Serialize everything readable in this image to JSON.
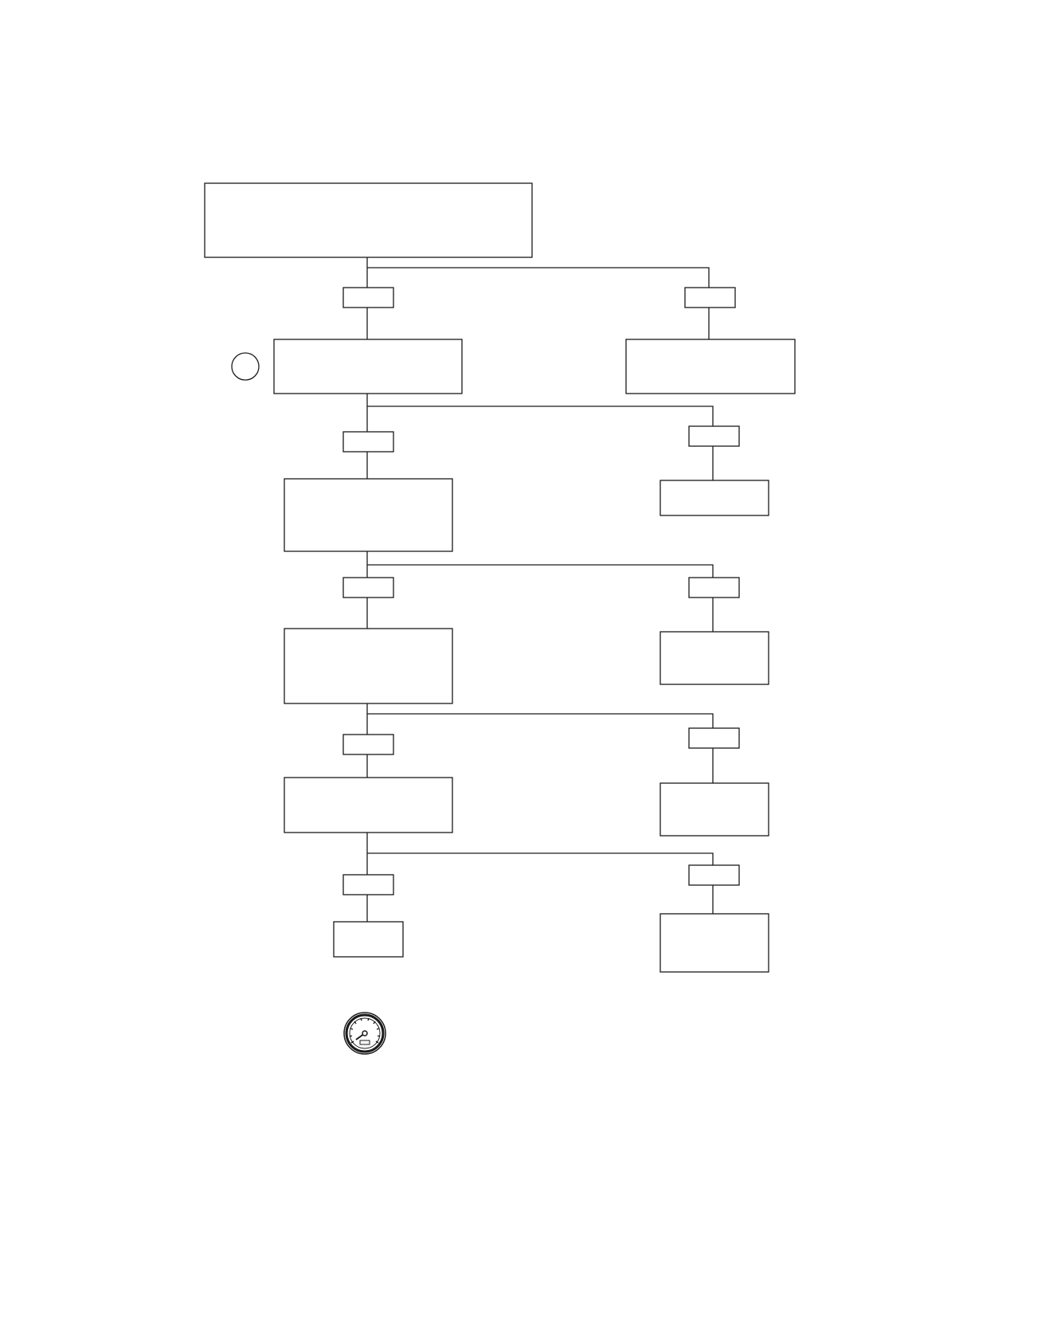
{
  "diagram": {
    "type": "flowchart",
    "nodes": [
      {
        "id": "root",
        "text": ""
      },
      {
        "id": "step-1",
        "text": ""
      },
      {
        "id": "alt-1",
        "text": ""
      },
      {
        "id": "step-2",
        "text": ""
      },
      {
        "id": "alt-2",
        "text": ""
      },
      {
        "id": "step-3",
        "text": ""
      },
      {
        "id": "alt-3",
        "text": ""
      },
      {
        "id": "step-4",
        "text": ""
      },
      {
        "id": "alt-4",
        "text": ""
      },
      {
        "id": "end-1",
        "text": ""
      },
      {
        "id": "end-2",
        "text": ""
      }
    ],
    "decision_labels": [
      {
        "id": "yes-1",
        "text": ""
      },
      {
        "id": "no-1",
        "text": ""
      },
      {
        "id": "yes-2",
        "text": ""
      },
      {
        "id": "no-2",
        "text": ""
      },
      {
        "id": "yes-3",
        "text": ""
      },
      {
        "id": "no-3",
        "text": ""
      },
      {
        "id": "yes-4",
        "text": ""
      },
      {
        "id": "no-4",
        "text": ""
      },
      {
        "id": "yes-5",
        "text": ""
      },
      {
        "id": "no-5",
        "text": ""
      }
    ],
    "step_marker": {
      "text": ""
    },
    "icon": "pressure-gauge-icon",
    "colors": {
      "stroke": "#1a1a1a",
      "background": "#ffffff"
    }
  }
}
